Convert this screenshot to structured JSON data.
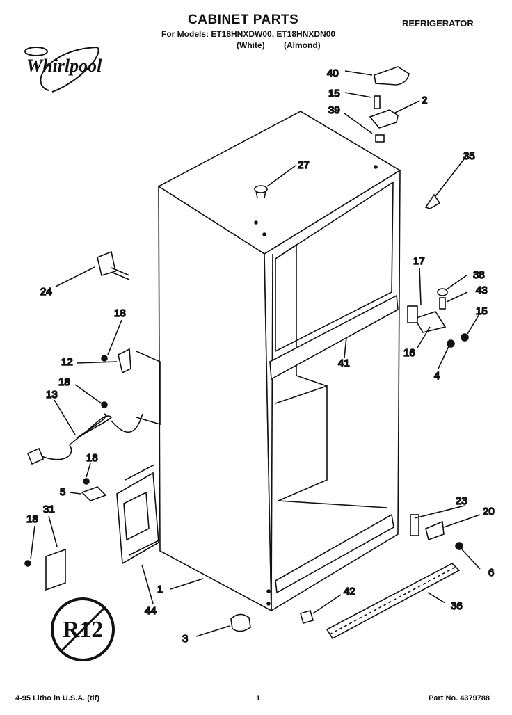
{
  "header": {
    "title": "CABINET PARTS",
    "models_line": "For Models: ET18HNXDW00, ET18HNXDN00",
    "variant_white": "(White)",
    "variant_almond": "(Almond)",
    "category": "REFRIGERATOR",
    "brand": "Whirlpool"
  },
  "footer": {
    "print_info": "4-95 Litho in U.S.A. (tif)",
    "page_number": "1",
    "part_number": "Part No. 4379788"
  },
  "stamp_text": "R12",
  "callouts": {
    "c40": "40",
    "c15a": "15",
    "c2": "2",
    "c39": "39",
    "c27": "27",
    "c35": "35",
    "c24": "24",
    "c17": "17",
    "c38": "38",
    "c43": "43",
    "c15b": "15",
    "c18a": "18",
    "c12": "12",
    "c16": "16",
    "c41": "41",
    "c4": "4",
    "c18b": "18",
    "c13": "13",
    "c18c": "18",
    "c5": "5",
    "c31": "31",
    "c18d": "18",
    "c23": "23",
    "c20": "20",
    "c6": "6",
    "c1": "1",
    "c44": "44",
    "c42": "42",
    "c36": "36",
    "c3": "3"
  }
}
